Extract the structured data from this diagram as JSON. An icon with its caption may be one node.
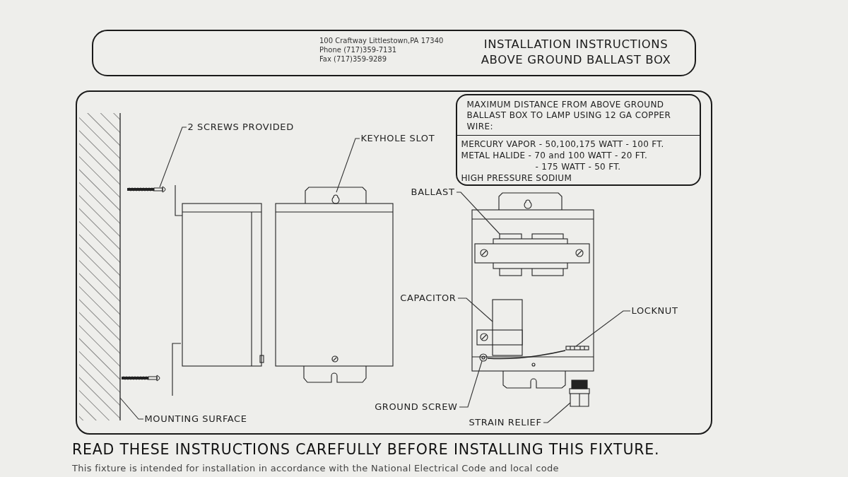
{
  "diagram": {
    "nodes": [
      {
        "text": [
          "100 Craftway Littlestown,PA 17340",
          "Phone (717)359-7131",
          "Fax (717)359-9289",
          "INSTALLATION INSTRUCTIONS ABOVE GROUND BALLAST BOX"
        ]
      },
      {
        "text": [],
        "shape": "box"
      },
      {
        "text": [
          "MAXIMUM DISTANCE FROM ABOVE GROUND BALLAST BOX TO LAMP USING 12 GA COPPER WIRE:",
          "MERCURY VAPOR - 50,100,175 WATT - 100 FT.",
          "METAL HALIDE - 70 and 100 WATT - 20 FT.",
          "- 175 WATT - 50 FT.",
          "HIGH PRESSURE SODIUM"
        ],
        "in": 1
      },
      {
        "text": [
          "2 SCREWS PROVIDED"
        ],
        "in": 1
      },
      {
        "text": [
          "KEYHOLE SLOT"
        ],
        "in": 1
      },
      {
        "text": [
          "BALLAST"
        ],
        "in": 1
      },
      {
        "text": [
          "CAPACITOR"
        ],
        "in": 1
      },
      {
        "text": [
          "LOCKNUT"
        ],
        "in": 1
      },
      {
        "text": [
          "GROUND SCREW"
        ],
        "in": 1
      },
      {
        "text": [
          "STRAIN RELIEF"
        ],
        "in": 1
      },
      {
        "text": [
          "MOUNTING SURFACE"
        ],
        "in": 1
      },
      {
        "text": [],
        "shape": "picture",
        "in": 1
      },
      {
        "text": [],
        "shape": "picture",
        "in": 1
      },
      {
        "text": [],
        "shape": "picture",
        "in": 1
      },
      {
        "text": [],
        "shape": "picture",
        "in": 1
      },
      {
        "text": [],
        "shape": "picture",
        "in": 1
      },
      {
        "text": [],
        "shape": "picture",
        "in": 1
      },
      {
        "text": [],
        "shape": "picture",
        "in": 1
      },
      {
        "text": [],
        "shape": "picture",
        "in": 1
      }
    ],
    "edges": [
      {
        "from": 3,
        "to": 11,
        "arrow": "none"
      },
      {
        "from": 4,
        "to": 12,
        "arrow": "none"
      },
      {
        "from": 5,
        "to": 13,
        "arrow": "none"
      },
      {
        "from": 6,
        "to": 14,
        "arrow": "none"
      },
      {
        "from": 7,
        "to": 15,
        "arrow": "none"
      },
      {
        "from": 8,
        "to": 16,
        "arrow": "none"
      },
      {
        "from": 9,
        "to": 17,
        "arrow": "none"
      },
      {
        "from": 10,
        "to": 18,
        "arrow": "none"
      }
    ],
    "labels": [
      "READ THESE INSTRUCTIONS CAREFULLY BEFORE INSTALLING THIS FIXTURE.",
      "This fixture is intended for installation in accordance with the National Electrical Code and local code"
    ]
  }
}
